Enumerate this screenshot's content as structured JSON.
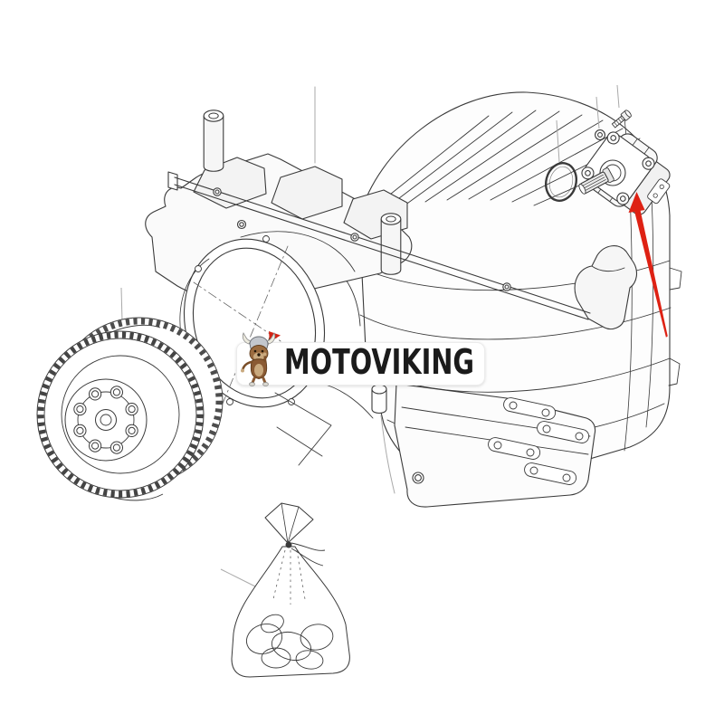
{
  "watermark": {
    "brand": "MOTOVIKING",
    "mascot": "viking-dog-with-red-flag",
    "band_color": "#ffffff",
    "text_color": "#1b1b1b"
  },
  "colors": {
    "arrow_red": "#de2113",
    "flag_red": "#d42314",
    "line_art": "#3a3a3a",
    "leader_gray": "#a9a9a9",
    "background": "#ffffff"
  },
  "diagram": {
    "type": "exploded-parts-line-drawing",
    "parts": [
      {
        "name": "transmission-assembly",
        "position": "center"
      },
      {
        "name": "torque-converter-gear",
        "position": "left"
      },
      {
        "name": "hydraulic-gear-pump",
        "position": "top-right"
      },
      {
        "name": "o-ring-seal",
        "position": "left-of-pump"
      },
      {
        "name": "washer",
        "position": "above-pump"
      },
      {
        "name": "bolt",
        "position": "above-pump"
      },
      {
        "name": "seal-kit-bag",
        "position": "bottom-center"
      }
    ],
    "annotation": {
      "red_arrow_points_to": "hydraulic-gear-pump"
    }
  }
}
